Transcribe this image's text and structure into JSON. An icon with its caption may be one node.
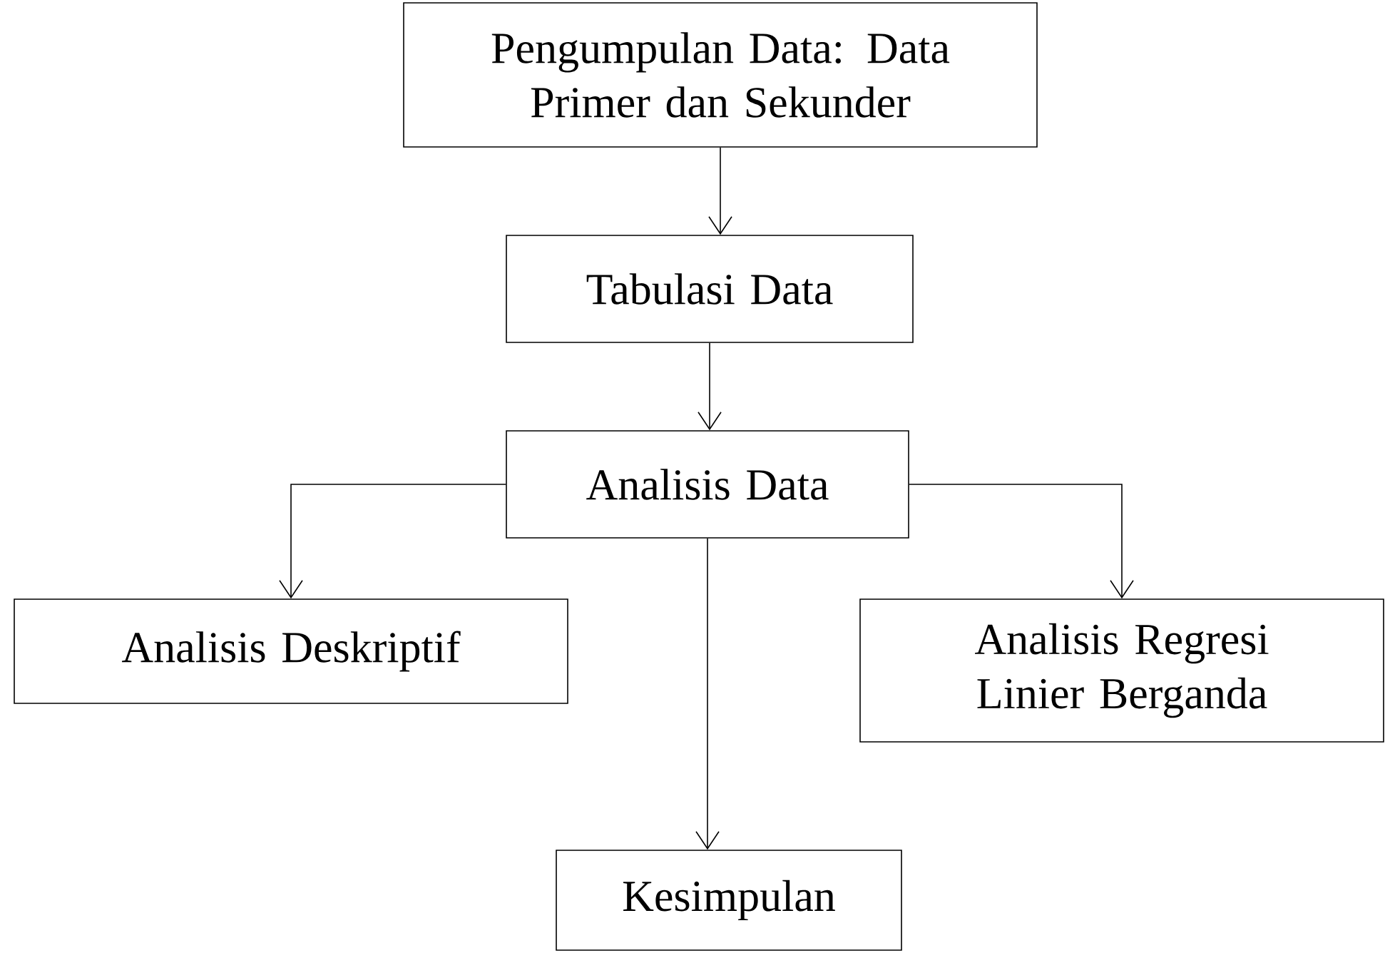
{
  "diagram": {
    "nodes": [
      {
        "text": [
          "Pengumpulan Data: Data Primer dan Sekunder"
        ]
      },
      {
        "text": [
          "Tabulasi Data"
        ]
      },
      {
        "text": [
          "Analisis Data"
        ]
      },
      {
        "text": [
          "Analisis Deskriptif"
        ]
      },
      {
        "text": [
          "Analisis Regresi Linier Berganda"
        ]
      },
      {
        "text": [
          "Kesimpulan"
        ]
      }
    ],
    "edges": [
      {
        "from": 0,
        "to": 1,
        "arrow": "to"
      },
      {
        "from": 1,
        "to": 2,
        "arrow": "to"
      },
      {
        "from": 2,
        "to": 3,
        "arrow": "to"
      },
      {
        "from": 2,
        "to": 4,
        "arrow": "to"
      },
      {
        "from": 2,
        "to": 5,
        "arrow": "to"
      }
    ]
  }
}
